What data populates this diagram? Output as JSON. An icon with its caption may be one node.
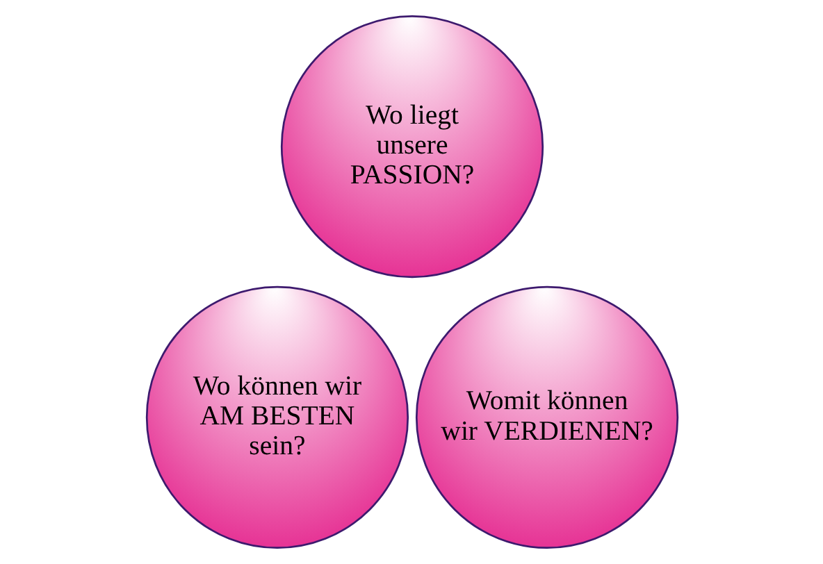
{
  "diagram": {
    "nodes": [
      {
        "text": [
          "Wo liegt unsere PASSION?"
        ]
      },
      {
        "text": [
          "Wo können wir AM BESTEN sein?"
        ]
      },
      {
        "text": [
          "Womit können wir VERDIENEN?"
        ]
      }
    ]
  }
}
